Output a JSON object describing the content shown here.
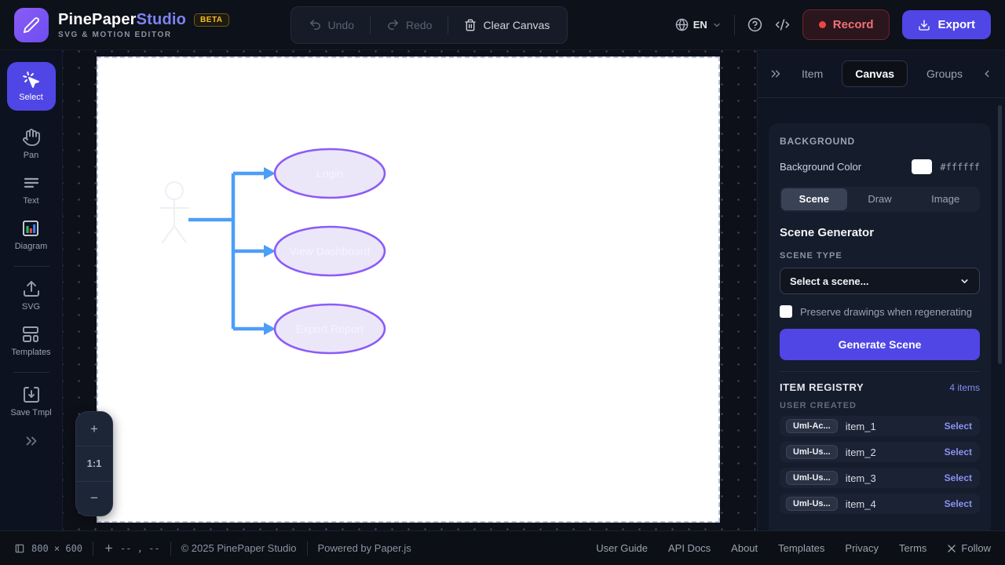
{
  "app": {
    "title_primary": "PinePaper",
    "title_secondary": "Studio",
    "subtitle": "SVG & MOTION EDITOR",
    "beta": "BETA"
  },
  "toolbar": {
    "undo": "Undo",
    "redo": "Redo",
    "clear_canvas": "Clear Canvas"
  },
  "topright": {
    "language": "EN",
    "record": "Record",
    "export": "Export"
  },
  "sidebar": {
    "tools": [
      {
        "label": "Select",
        "active": true
      },
      {
        "label": "Pan",
        "active": false
      },
      {
        "label": "Text",
        "active": false
      },
      {
        "label": "Diagram",
        "active": false
      },
      {
        "label": "SVG",
        "active": false
      },
      {
        "label": "Templates",
        "active": false
      },
      {
        "label": "Save Tmpl",
        "active": false
      }
    ]
  },
  "canvas": {
    "zoom_in": "+",
    "zoom_reset": "1:1",
    "zoom_out": "−",
    "diagram": {
      "use_cases": [
        "Login",
        "View Dashboard",
        "Export Report"
      ],
      "connector_color": "#4d9ef7",
      "ellipse_stroke": "#8b5cf6",
      "ellipse_fill": "#ece6f9",
      "actor_color": "#edf0f5"
    }
  },
  "inspector": {
    "tabs": [
      "Item",
      "Canvas",
      "Groups"
    ],
    "active_tab": "Canvas",
    "background": {
      "title": "BACKGROUND",
      "color_label": "Background Color",
      "color_value": "#ffffff",
      "modes": [
        "Scene",
        "Draw",
        "Image"
      ],
      "active_mode": "Scene"
    },
    "scene_generator": {
      "title": "Scene Generator",
      "type_label": "SCENE TYPE",
      "select_value": "Select a scene...",
      "preserve_label": "Preserve drawings when regenerating",
      "generate": "Generate Scene"
    },
    "registry": {
      "title": "ITEM REGISTRY",
      "count": "4 items",
      "group": "USER CREATED",
      "items": [
        {
          "badge": "Uml-Ac...",
          "name": "item_1",
          "action": "Select"
        },
        {
          "badge": "Uml-Us...",
          "name": "item_2",
          "action": "Select"
        },
        {
          "badge": "Uml-Us...",
          "name": "item_3",
          "action": "Select"
        },
        {
          "badge": "Uml-Us...",
          "name": "item_4",
          "action": "Select"
        }
      ]
    }
  },
  "statusbar": {
    "canvas_size": "800 × 600",
    "coordinates": "-- , --",
    "copyright": "© 2025 PinePaper Studio",
    "powered": "Powered by Paper.js",
    "links": [
      "User Guide",
      "API Docs",
      "About",
      "Templates",
      "Privacy",
      "Terms",
      "Follow"
    ]
  }
}
